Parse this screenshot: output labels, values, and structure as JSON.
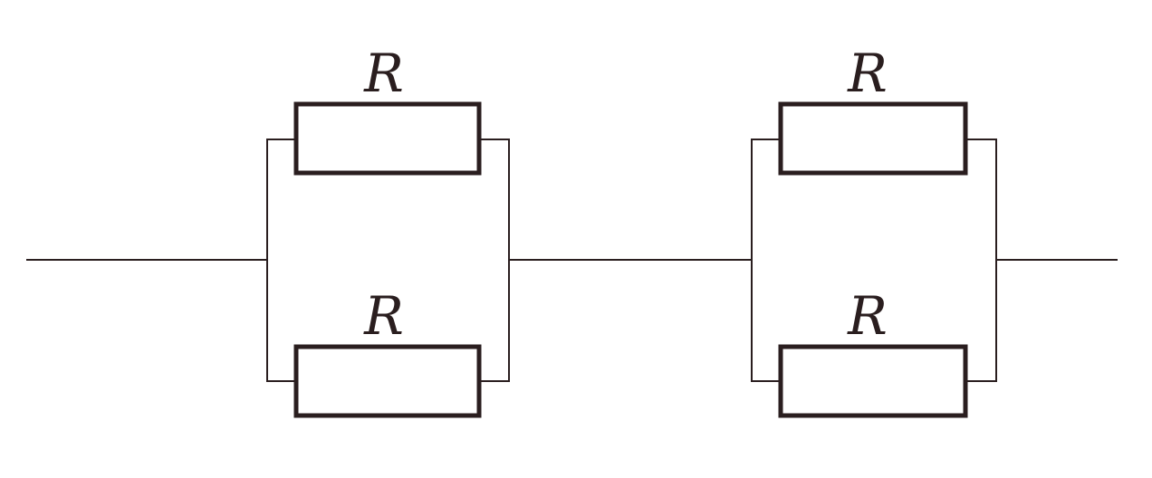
{
  "resistors": [
    {
      "label": "R"
    },
    {
      "label": "R"
    },
    {
      "label": "R"
    },
    {
      "label": "R"
    }
  ],
  "colors": {
    "line": "#2a1e1f",
    "background": "#ffffff"
  }
}
